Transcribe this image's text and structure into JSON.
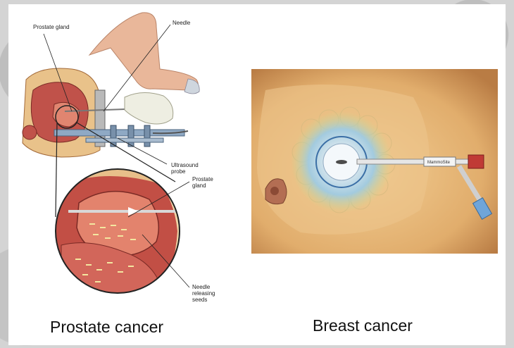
{
  "prostate": {
    "labels": {
      "prostate_gland_top": "Prostate gland",
      "needle": "Needle",
      "ultrasound_probe": "Ultrasound\nprobe",
      "prostate_gland_inset": "Prostate\ngland",
      "needle_releasing_seeds": "Needle\nreleasing\nseeds"
    },
    "caption": "Prostate cancer"
  },
  "breast": {
    "device_label": "MammoSite",
    "caption": "Breast cancer"
  }
}
